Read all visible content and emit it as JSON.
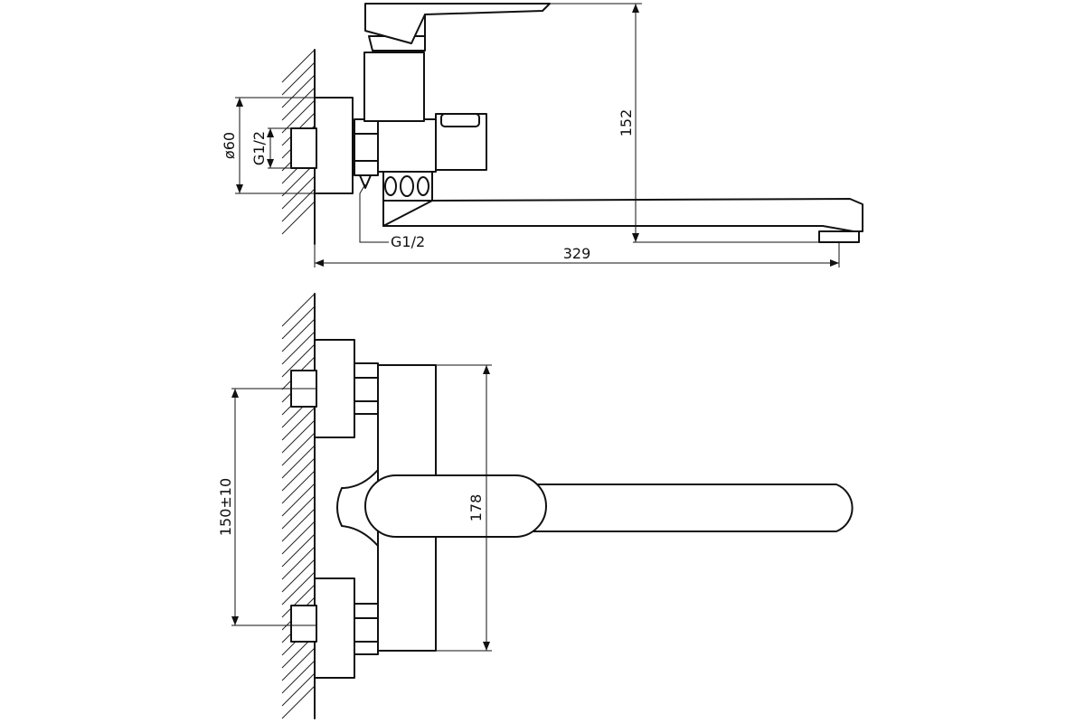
{
  "drawing": {
    "colors": {
      "line": "#111111",
      "background": "#ffffff"
    },
    "side_view": {
      "dims": {
        "diameter": "ø60",
        "thread_upper": "G1/2",
        "thread_lower": "G1/2",
        "height": "152",
        "length": "329"
      }
    },
    "front_view": {
      "dims": {
        "centers": "150±10",
        "body_height": "178"
      }
    }
  }
}
